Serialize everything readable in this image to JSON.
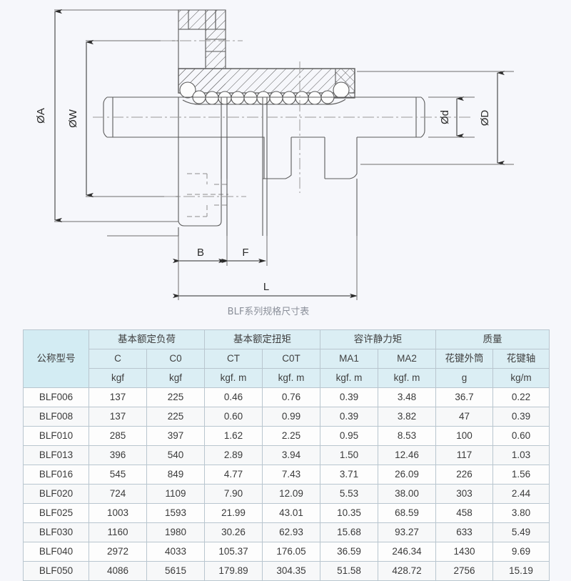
{
  "drawing": {
    "caption": "BLF系列规格尺寸表",
    "dimensions": {
      "outer_flange_diameter": "ØA",
      "spline_outer_diameter": "ØW",
      "shaft_small_diameter": "Ød",
      "shaft_large_diameter": "ØD",
      "flange_thickness": "B",
      "flange_step": "F",
      "overall_length": "L"
    },
    "colors": {
      "background": "#f6f7fb",
      "line": "#5b5b5b",
      "hatch": "#5b5b5b",
      "centerline": "#9a9a9a"
    }
  },
  "table": {
    "group_headers": [
      {
        "label": "公称型号",
        "span": 1,
        "rowspan": 3
      },
      {
        "label": "基本额定负荷",
        "span": 2
      },
      {
        "label": "基本额定扭矩",
        "span": 2
      },
      {
        "label": "容许静力矩",
        "span": 2
      },
      {
        "label": "质量",
        "span": 2
      }
    ],
    "symbol_headers": [
      "C",
      "C0",
      "CT",
      "C0T",
      "MA1",
      "MA2",
      "花键外筒",
      "花键轴"
    ],
    "unit_headers": [
      "kgf",
      "kgf",
      "kgf. m",
      "kgf. m",
      "kgf. m",
      "kgf. m",
      "g",
      "kg/m"
    ],
    "rows": [
      {
        "model": "BLF006",
        "values": [
          "137",
          "225",
          "0.46",
          "0.76",
          "0.39",
          "3.48",
          "36.7",
          "0.22"
        ]
      },
      {
        "model": "BLF008",
        "values": [
          "137",
          "225",
          "0.60",
          "0.99",
          "0.39",
          "3.82",
          "47",
          "0.39"
        ]
      },
      {
        "model": "BLF010",
        "values": [
          "285",
          "397",
          "1.62",
          "2.25",
          "0.95",
          "8.53",
          "100",
          "0.60"
        ]
      },
      {
        "model": "BLF013",
        "values": [
          "396",
          "540",
          "2.89",
          "3.94",
          "1.50",
          "12.46",
          "117",
          "1.03"
        ]
      },
      {
        "model": "BLF016",
        "values": [
          "545",
          "849",
          "4.77",
          "7.43",
          "3.71",
          "26.09",
          "226",
          "1.56"
        ]
      },
      {
        "model": "BLF020",
        "values": [
          "724",
          "1109",
          "7.90",
          "12.09",
          "5.53",
          "38.00",
          "303",
          "2.44"
        ]
      },
      {
        "model": "BLF025",
        "values": [
          "1003",
          "1593",
          "21.99",
          "43.01",
          "10.35",
          "68.59",
          "458",
          "3.80"
        ]
      },
      {
        "model": "BLF030",
        "values": [
          "1160",
          "1980",
          "30.26",
          "62.93",
          "15.68",
          "93.27",
          "633",
          "5.49"
        ]
      },
      {
        "model": "BLF040",
        "values": [
          "2972",
          "4033",
          "105.37",
          "176.05",
          "36.59",
          "246.34",
          "1430",
          "9.69"
        ]
      },
      {
        "model": "BLF050",
        "values": [
          "4086",
          "5615",
          "179.89",
          "304.35",
          "51.58",
          "428.72",
          "2756",
          "15.19"
        ]
      }
    ],
    "colors": {
      "header_bg": "#dbeef4",
      "border": "#b9c6cf",
      "row_bg": "#fdfdfd",
      "row_alt_bg": "#f7f8f9",
      "text": "#3a3a3a"
    }
  }
}
